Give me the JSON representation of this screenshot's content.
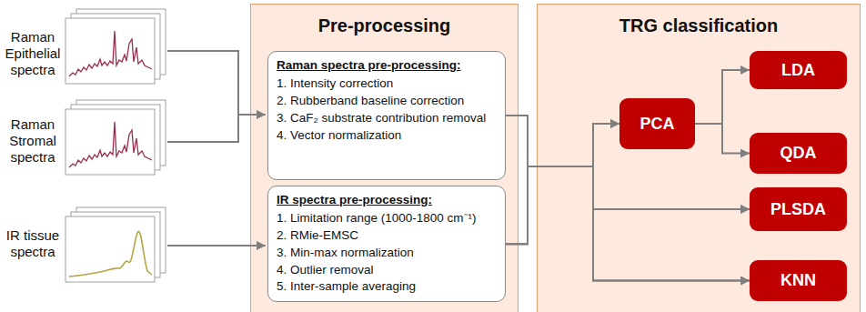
{
  "diagram": {
    "nodes": [
      {
        "text": [
          "Pre-processing"
        ]
      },
      {
        "text": [
          "Raman spectra pre-processing:",
          "1. Intensity correction",
          "2. Rubberband baseline correction",
          "3. CaF₂ substrate contribution removal",
          "4. Vector normalization"
        ],
        "in": 0
      },
      {
        "text": [
          "IR spectra pre-processing:",
          "1. Limitation range (1000-1800 cm⁻¹)",
          "2. RMie-EMSC",
          "3. Min-max normalization",
          "4. Outlier removal",
          "5. Inter-sample averaging"
        ],
        "in": 0
      },
      {
        "text": [
          "TRG classification"
        ]
      },
      {
        "text": [
          "PCA"
        ],
        "in": 3
      },
      {
        "text": [
          "LDA"
        ],
        "in": 3
      },
      {
        "text": [
          "QDA"
        ],
        "in": 3
      },
      {
        "text": [
          "PLSDA"
        ],
        "in": 3
      },
      {
        "text": [
          "KNN"
        ],
        "in": 3
      }
    ],
    "edges": [
      {
        "from": 1,
        "to": 4,
        "arrow": "to"
      },
      {
        "from": 1,
        "to": 7,
        "arrow": "to"
      },
      {
        "from": 1,
        "to": 8,
        "arrow": "to"
      },
      {
        "from": 2,
        "to": 4,
        "arrow": "to"
      },
      {
        "from": 2,
        "to": 7,
        "arrow": "to"
      },
      {
        "from": 2,
        "to": 8,
        "arrow": "to"
      },
      {
        "from": 4,
        "to": 5,
        "arrow": "to"
      },
      {
        "from": 4,
        "to": 6,
        "arrow": "to"
      }
    ],
    "labels": [
      "Raman Epithelial spectra",
      "Raman Stromal spectra",
      "IR tissue spectra"
    ]
  }
}
